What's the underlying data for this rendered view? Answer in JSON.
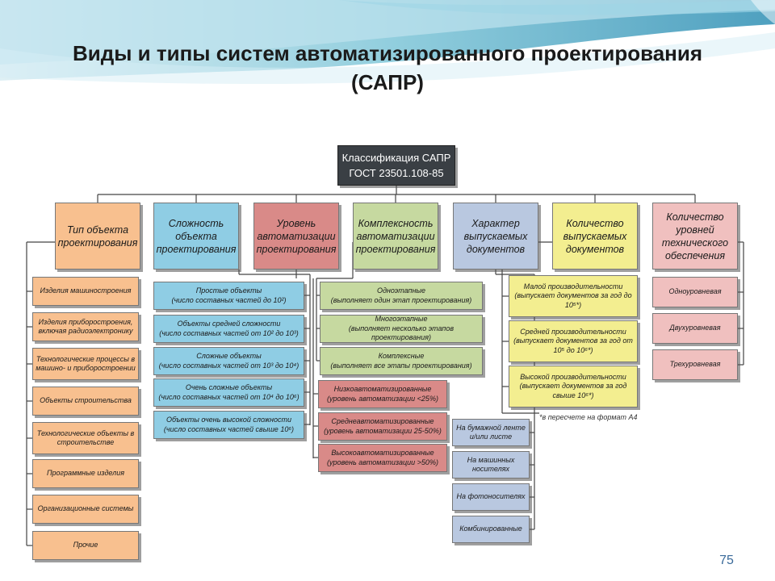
{
  "slide": {
    "title_line1": "Виды и типы систем автоматизированного проектирования",
    "title_line2": "(САПР)",
    "page_number": "75"
  },
  "root": {
    "line1": "Классификация САПР",
    "line2": "ГОСТ 23501.108-85"
  },
  "categories": [
    {
      "label": "Тип объекта проектирования",
      "color": "#f8c08f"
    },
    {
      "label": "Сложность объекта проектирования",
      "color": "#8fcde4"
    },
    {
      "label": "Уровень автоматизации проектирования",
      "color": "#d98a88"
    },
    {
      "label": "Комплексность автоматизации проектирования",
      "color": "#c6d9a0"
    },
    {
      "label": "Характер выпускаемых документов",
      "color": "#b9c8e0"
    },
    {
      "label": "Количество выпускаемых документов",
      "color": "#f3ee90"
    },
    {
      "label": "Количество уровней технического обеспечения",
      "color": "#f0c0bf"
    }
  ],
  "col1": [
    "Изделия машиностроения",
    "Изделия приборостроения, включая радиоэлектронику",
    "Технологические процессы в машино- и приборостроении",
    "Объекты строительства",
    "Технологические объекты в строительстве",
    "Программные изделия",
    "Организационные системы",
    "Прочие"
  ],
  "col2": [
    {
      "a": "Простые объекты",
      "b": "(число составных частей до 10²)"
    },
    {
      "a": "Объекты средней сложности",
      "b": "(число составных частей от 10² до 10³)"
    },
    {
      "a": "Сложные объекты",
      "b": "(число составных частей от 10³ до 10⁴)"
    },
    {
      "a": "Очень сложные объекты",
      "b": "(число составных частей от 10⁴ до 10⁶)"
    },
    {
      "a": "Объекты очень высокой сложности",
      "b": "(число составных частей свыше 10⁶)"
    }
  ],
  "col3": [
    {
      "a": "Низкоавтоматизированные",
      "b": "(уровень автоматизации <25%)"
    },
    {
      "a": "Среднеавтоматизированные",
      "b": "(уровень автоматизации 25-50%)"
    },
    {
      "a": "Высокоавтоматизированные",
      "b": "(уровень автоматизации >50%)"
    }
  ],
  "col4": [
    {
      "a": "Одноэтапные",
      "b": "(выполняет один этап проектирования)"
    },
    {
      "a": "Многоэтапные",
      "b": "(выполняет несколько этапов проектирования)"
    },
    {
      "a": "Комплексные",
      "b": "(выполняет все этапы проектирования)"
    }
  ],
  "col5": [
    "На бумажной ленте и/или листе",
    "На машинных носителях",
    "На фотоносителях",
    "Комбинированные"
  ],
  "col6": [
    {
      "a": "Малой производительности",
      "b": "(выпускает документов за год до 10⁵*)"
    },
    {
      "a": "Средней производительности",
      "b": "(выпускает документов за год от 10⁵ до 10⁶*)"
    },
    {
      "a": "Высокой производительности",
      "b": "(выпускает документов за год свыше 10⁶*)"
    }
  ],
  "col6_note": "*в пересчете на формат А4",
  "col7": [
    "Одноуровневая",
    "Двухуровневая",
    "Трехуровневая"
  ],
  "colors": {
    "col1_leaf": "#f8c08f",
    "col2_leaf": "#8fcde4",
    "col3_leaf": "#d98a88",
    "col4_leaf": "#c6d9a0",
    "col5_leaf": "#b9c8e0",
    "col6_leaf": "#f3ee90",
    "col7_leaf": "#f0c0bf",
    "connector": "#444444"
  }
}
